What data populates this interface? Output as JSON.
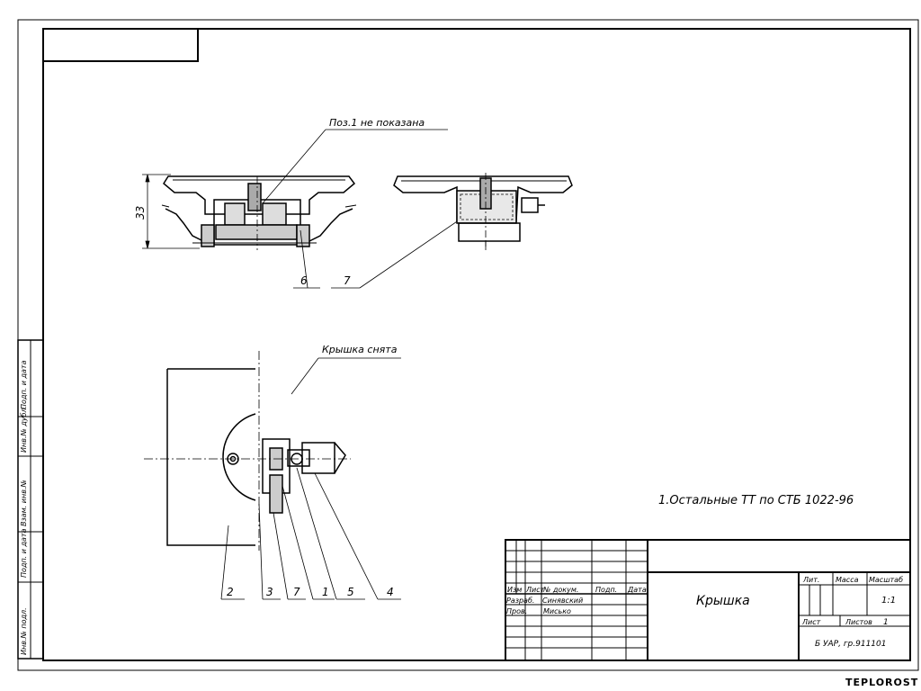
{
  "drawing": {
    "note_section": "Поз.1 не показана",
    "note_cover": "Крышка снята",
    "dimension_height": "33",
    "callouts_top": [
      "6",
      "7"
    ],
    "callouts_bottom": [
      "2",
      "3",
      "7",
      "1",
      "5",
      "4"
    ],
    "technical_requirement": "1.Остальные ТТ по СТБ 1022-96"
  },
  "title_block": {
    "part_name": "Крышка",
    "col_izm": "Изм",
    "col_list": "Лист",
    "col_doc": "№ докум.",
    "col_sign": "Подп.",
    "col_date": "Дата",
    "row_developer_label": "Разраб.",
    "row_developer_name": "Синявский",
    "row_checker_label": "Пров.",
    "row_checker_name": "Мисько",
    "lit_label": "Лит.",
    "mass_label": "Масса",
    "scale_label": "Масштаб",
    "scale_value": "1:1",
    "sheet_label": "Лист",
    "sheets_label": "Листов",
    "sheets_value": "1",
    "organization": "Б УАР, гр.911101"
  },
  "side_stamp": {
    "cells": [
      "Инв.№ подл.",
      "Подп. и дата",
      "Взам. инв.№",
      "Инв.№ дубл.",
      "Подп. и дата"
    ]
  },
  "watermark": "TEPLOROST"
}
